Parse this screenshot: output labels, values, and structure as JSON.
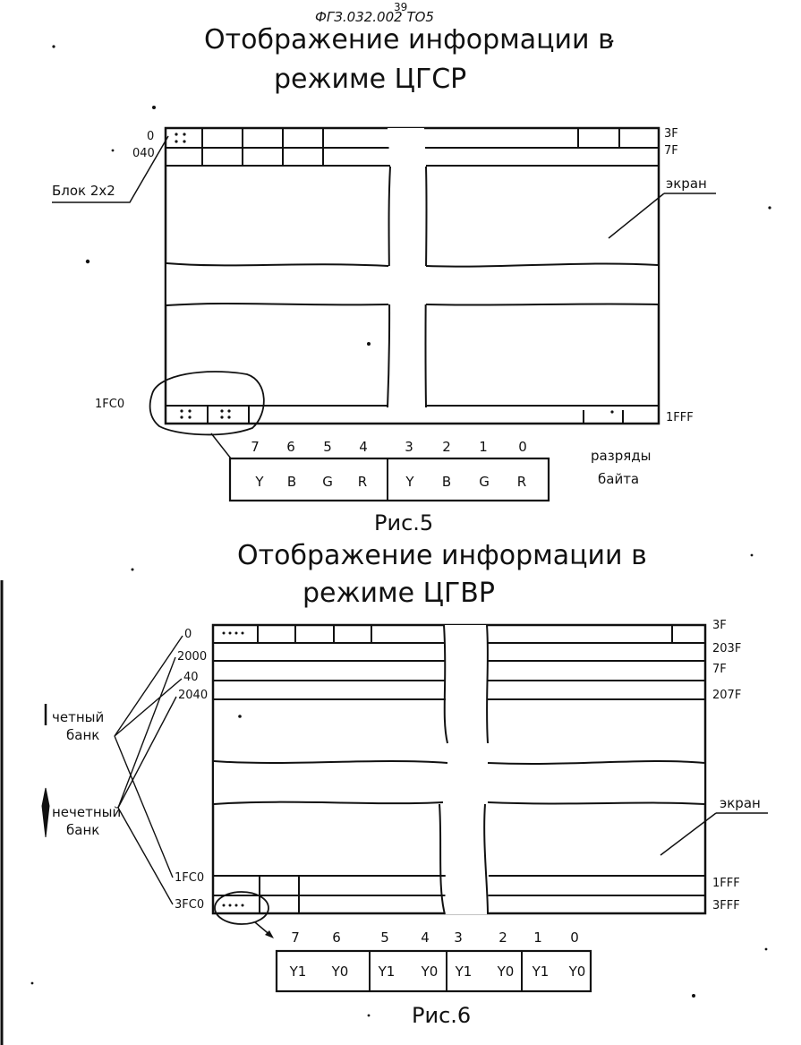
{
  "document": {
    "ref": "ФГЗ.032.002 ТО5",
    "ref_sup": "39"
  },
  "fig5": {
    "title_line1": "Отображение информации в",
    "title_line2": "режиме ЦГСР",
    "addr_left": [
      "0",
      "040",
      "1FC0"
    ],
    "addr_right": [
      "3F",
      "7F",
      "1FFF"
    ],
    "label_block": "Блок 2х2",
    "label_screen": "экран",
    "bit_numbers": [
      "7",
      "6",
      "5",
      "4",
      "3",
      "2",
      "1",
      "0"
    ],
    "bit_values": [
      "Y",
      "B",
      "G",
      "R",
      "Y",
      "B",
      "G",
      "R"
    ],
    "label_bits_line1": "разряды",
    "label_bits_line2": "байта",
    "caption": "Рис.5"
  },
  "fig6": {
    "title_line1": "Отображение информации в",
    "title_line2": "режиме ЦГВР",
    "addr_left": [
      "0",
      "2000",
      "40",
      "2040",
      "1FC0",
      "3FC0"
    ],
    "addr_right": [
      "3F",
      "203F",
      "7F",
      "207F",
      "1FFF",
      "3FFF"
    ],
    "label_even_line1": "четный",
    "label_even_line2": "банк",
    "label_odd_line1": "нечетный",
    "label_odd_line2": "банк",
    "label_screen": "экран",
    "bit_numbers": [
      "7",
      "6",
      "5",
      "4",
      "3",
      "2",
      "1",
      "0"
    ],
    "bit_values": [
      "Y1",
      "Y0",
      "Y1",
      "Y0",
      "Y1",
      "Y0",
      "Y1",
      "Y0"
    ],
    "caption": "Рис.6"
  }
}
